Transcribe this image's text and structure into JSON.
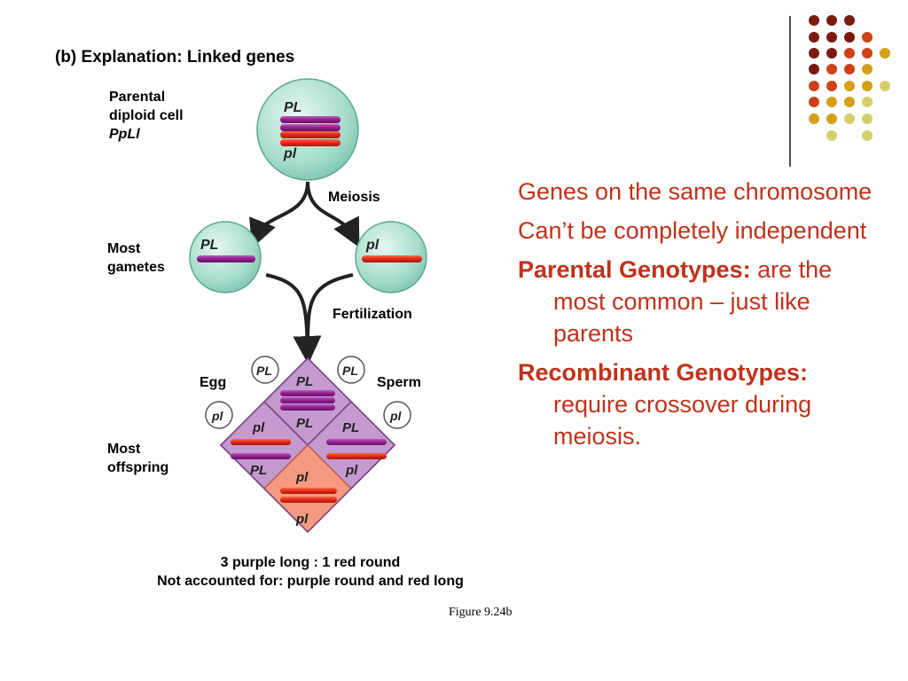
{
  "title": "(b) Explanation: Linked genes",
  "labels": {
    "parental_line1": "Parental",
    "parental_line2": "diploid cell",
    "parental_genotype": "PpLl",
    "meiosis": "Meiosis",
    "most_gametes_line1": "Most",
    "most_gametes_line2": "gametes",
    "fertilization": "Fertilization",
    "egg": "Egg",
    "sperm": "Sperm",
    "most_offspring_line1": "Most",
    "most_offspring_line2": "offspring"
  },
  "cells": {
    "parent_top": "PL",
    "parent_bottom": "pl",
    "gamete_left": "PL",
    "gamete_right": "pl"
  },
  "small_circles": [
    "PL",
    "PL",
    "pl",
    "pl"
  ],
  "punnett": {
    "top": [
      "PL",
      "PL"
    ],
    "left": [
      "pl",
      "PL"
    ],
    "right": [
      "PL",
      "pl"
    ],
    "bottom": [
      "pl",
      "pl"
    ]
  },
  "ratio_line1": "3 purple long : 1 red round",
  "ratio_line2": "Not accounted for: purple round and red long",
  "figure_caption": "Figure 9.24b",
  "bullets": [
    {
      "bold": "",
      "text": "Genes on the same chromosome"
    },
    {
      "bold": "",
      "text": "Can’t be completely independent"
    },
    {
      "bold": "Parental Genotypes:",
      "text": " are the most common – just like parents"
    },
    {
      "bold": "Recombinant Genotypes:",
      "text": " require crossover during meiosis."
    }
  ],
  "colors": {
    "text_accent": "#c0321a",
    "purple_chrom": "#8e1f8c",
    "red_chrom": "#e02818",
    "punnett_purple": "#c49ad0",
    "punnett_salmon": "#f59a80",
    "cell_fill": "#9fd8c8"
  },
  "decor_dot_colors": [
    "#7a1a10",
    "#b43a14",
    "#d06018",
    "#d4a017",
    "#d4cf6a"
  ]
}
